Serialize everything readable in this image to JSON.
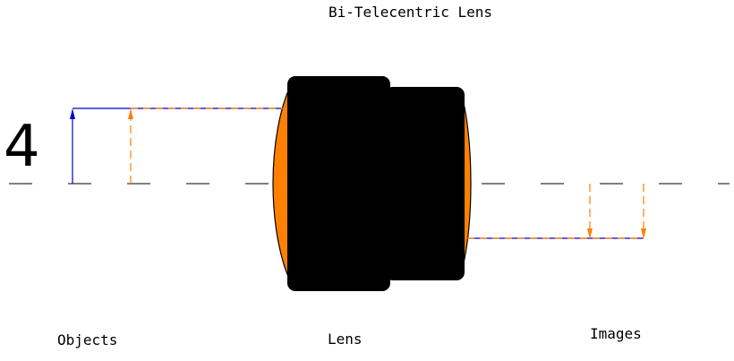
{
  "title": "Bi-Telecentric Lens",
  "big_number": "4",
  "labels": {
    "objects": "Objects",
    "lens": "Lens",
    "images": "Images"
  },
  "colors": {
    "chief_ray": "#0000cc",
    "marginal_ray": "#ff8000",
    "lens_glass": "#ff8000",
    "lens_barrel": "#000000",
    "axis": "#000000"
  }
}
